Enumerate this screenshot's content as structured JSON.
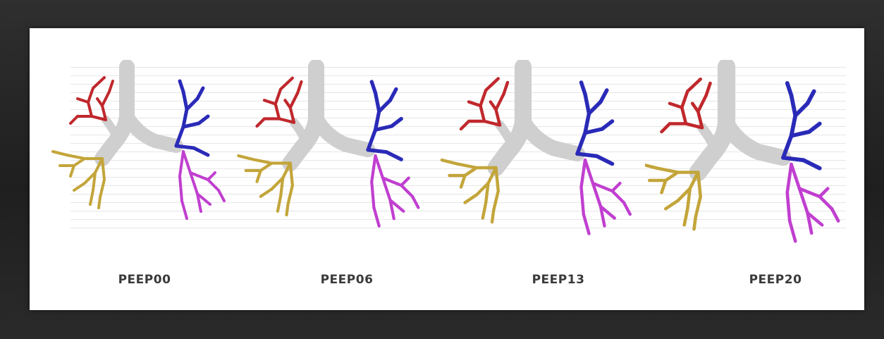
{
  "figure": {
    "panels": [
      {
        "label": "PEEP00"
      },
      {
        "label": "PEEP06"
      },
      {
        "label": "PEEP13"
      },
      {
        "label": "PEEP20"
      }
    ],
    "colors": {
      "trachea": "#cfcfcf",
      "right_upper_lobe": "#c0282c",
      "right_lower_lobe": "#c3a53a",
      "left_upper_lobe": "#2a2ab8",
      "left_lower_lobe": "#c03fd0"
    }
  }
}
